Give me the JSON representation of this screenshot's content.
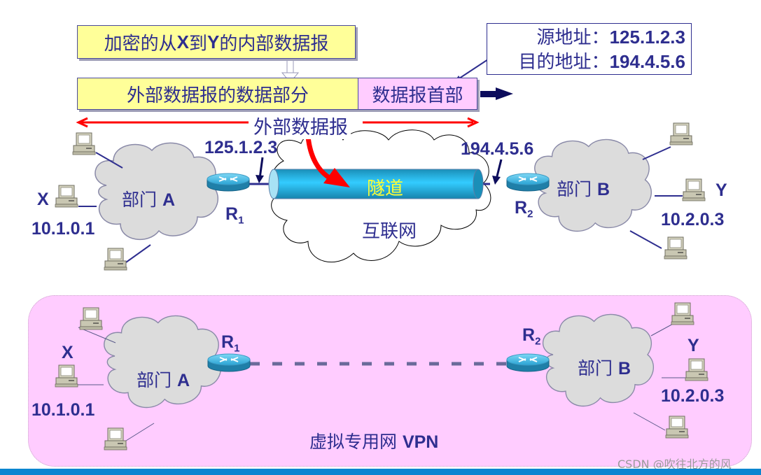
{
  "top": {
    "inner_datagram": {
      "pre": "加密的从 ",
      "x": "X",
      "mid": " 到 ",
      "y": "Y",
      "post": " 的内部数据报"
    },
    "outer_data_part": "外部数据报的数据部分",
    "outer_header": "数据报首部",
    "address_box": {
      "src_label": "源地址：",
      "src_value": "125.1.2.3",
      "dst_label": "目的地址：",
      "dst_value": "194.4.5.6"
    },
    "outer_datagram_label": "外部数据报",
    "r1_ip": "125.1.2.3",
    "r2_ip": "194.4.5.6",
    "tunnel_label": "隧道",
    "internet_label": "互联网",
    "dept_a": {
      "cjk": "部门 ",
      "letter": "A"
    },
    "dept_b": {
      "cjk": "部门 ",
      "letter": "B"
    },
    "r1": {
      "main": "R",
      "sub": "1"
    },
    "r2": {
      "main": "R",
      "sub": "2"
    },
    "host_x": {
      "name": "X",
      "ip": "10.1.0.1"
    },
    "host_y": {
      "name": "Y",
      "ip": "10.2.0.3"
    }
  },
  "bottom": {
    "dept_a": {
      "cjk": "部门 ",
      "letter": "A"
    },
    "dept_b": {
      "cjk": "部门 ",
      "letter": "B"
    },
    "r1": {
      "main": "R",
      "sub": "1"
    },
    "r2": {
      "main": "R",
      "sub": "2"
    },
    "host_x": {
      "name": "X",
      "ip": "10.1.0.1"
    },
    "host_y": {
      "name": "Y",
      "ip": "10.2.0.3"
    },
    "vpn_label": {
      "cjk": "虚拟专用网 ",
      "latin": "VPN"
    }
  },
  "watermark": "CSDN @吹往北方的风",
  "colors": {
    "text_navy": "#2e2e8f",
    "yellow_box": "#ffff99",
    "pink_box": "#ffccff",
    "tunnel": "#2ec4f0",
    "arrow_red": "#ff0000",
    "cloud_gray": "#dcdcdc",
    "bottom_bar": "#0a86d0"
  }
}
